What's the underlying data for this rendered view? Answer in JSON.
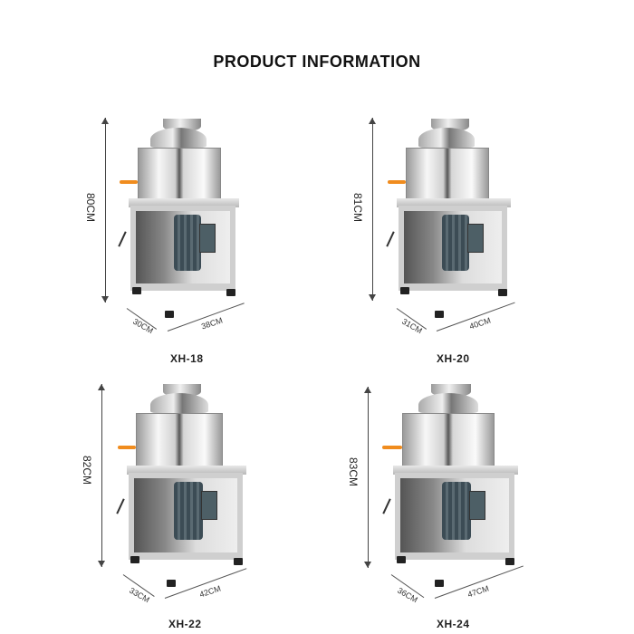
{
  "title": "PRODUCT INFORMATION",
  "products": [
    {
      "model": "XH-18",
      "height": "80CM",
      "depth": "30CM",
      "width": "38CM"
    },
    {
      "model": "XH-20",
      "height": "81CM",
      "depth": "31CM",
      "width": "40CM"
    },
    {
      "model": "XH-22",
      "height": "82CM",
      "depth": "33CM",
      "width": "42CM"
    },
    {
      "model": "XH-24",
      "height": "83CM",
      "depth": "36CM",
      "width": "47CM"
    }
  ],
  "colors": {
    "handle": "#f08c1e",
    "motor": "#4d5f66",
    "steel": "#cfcfcf"
  }
}
